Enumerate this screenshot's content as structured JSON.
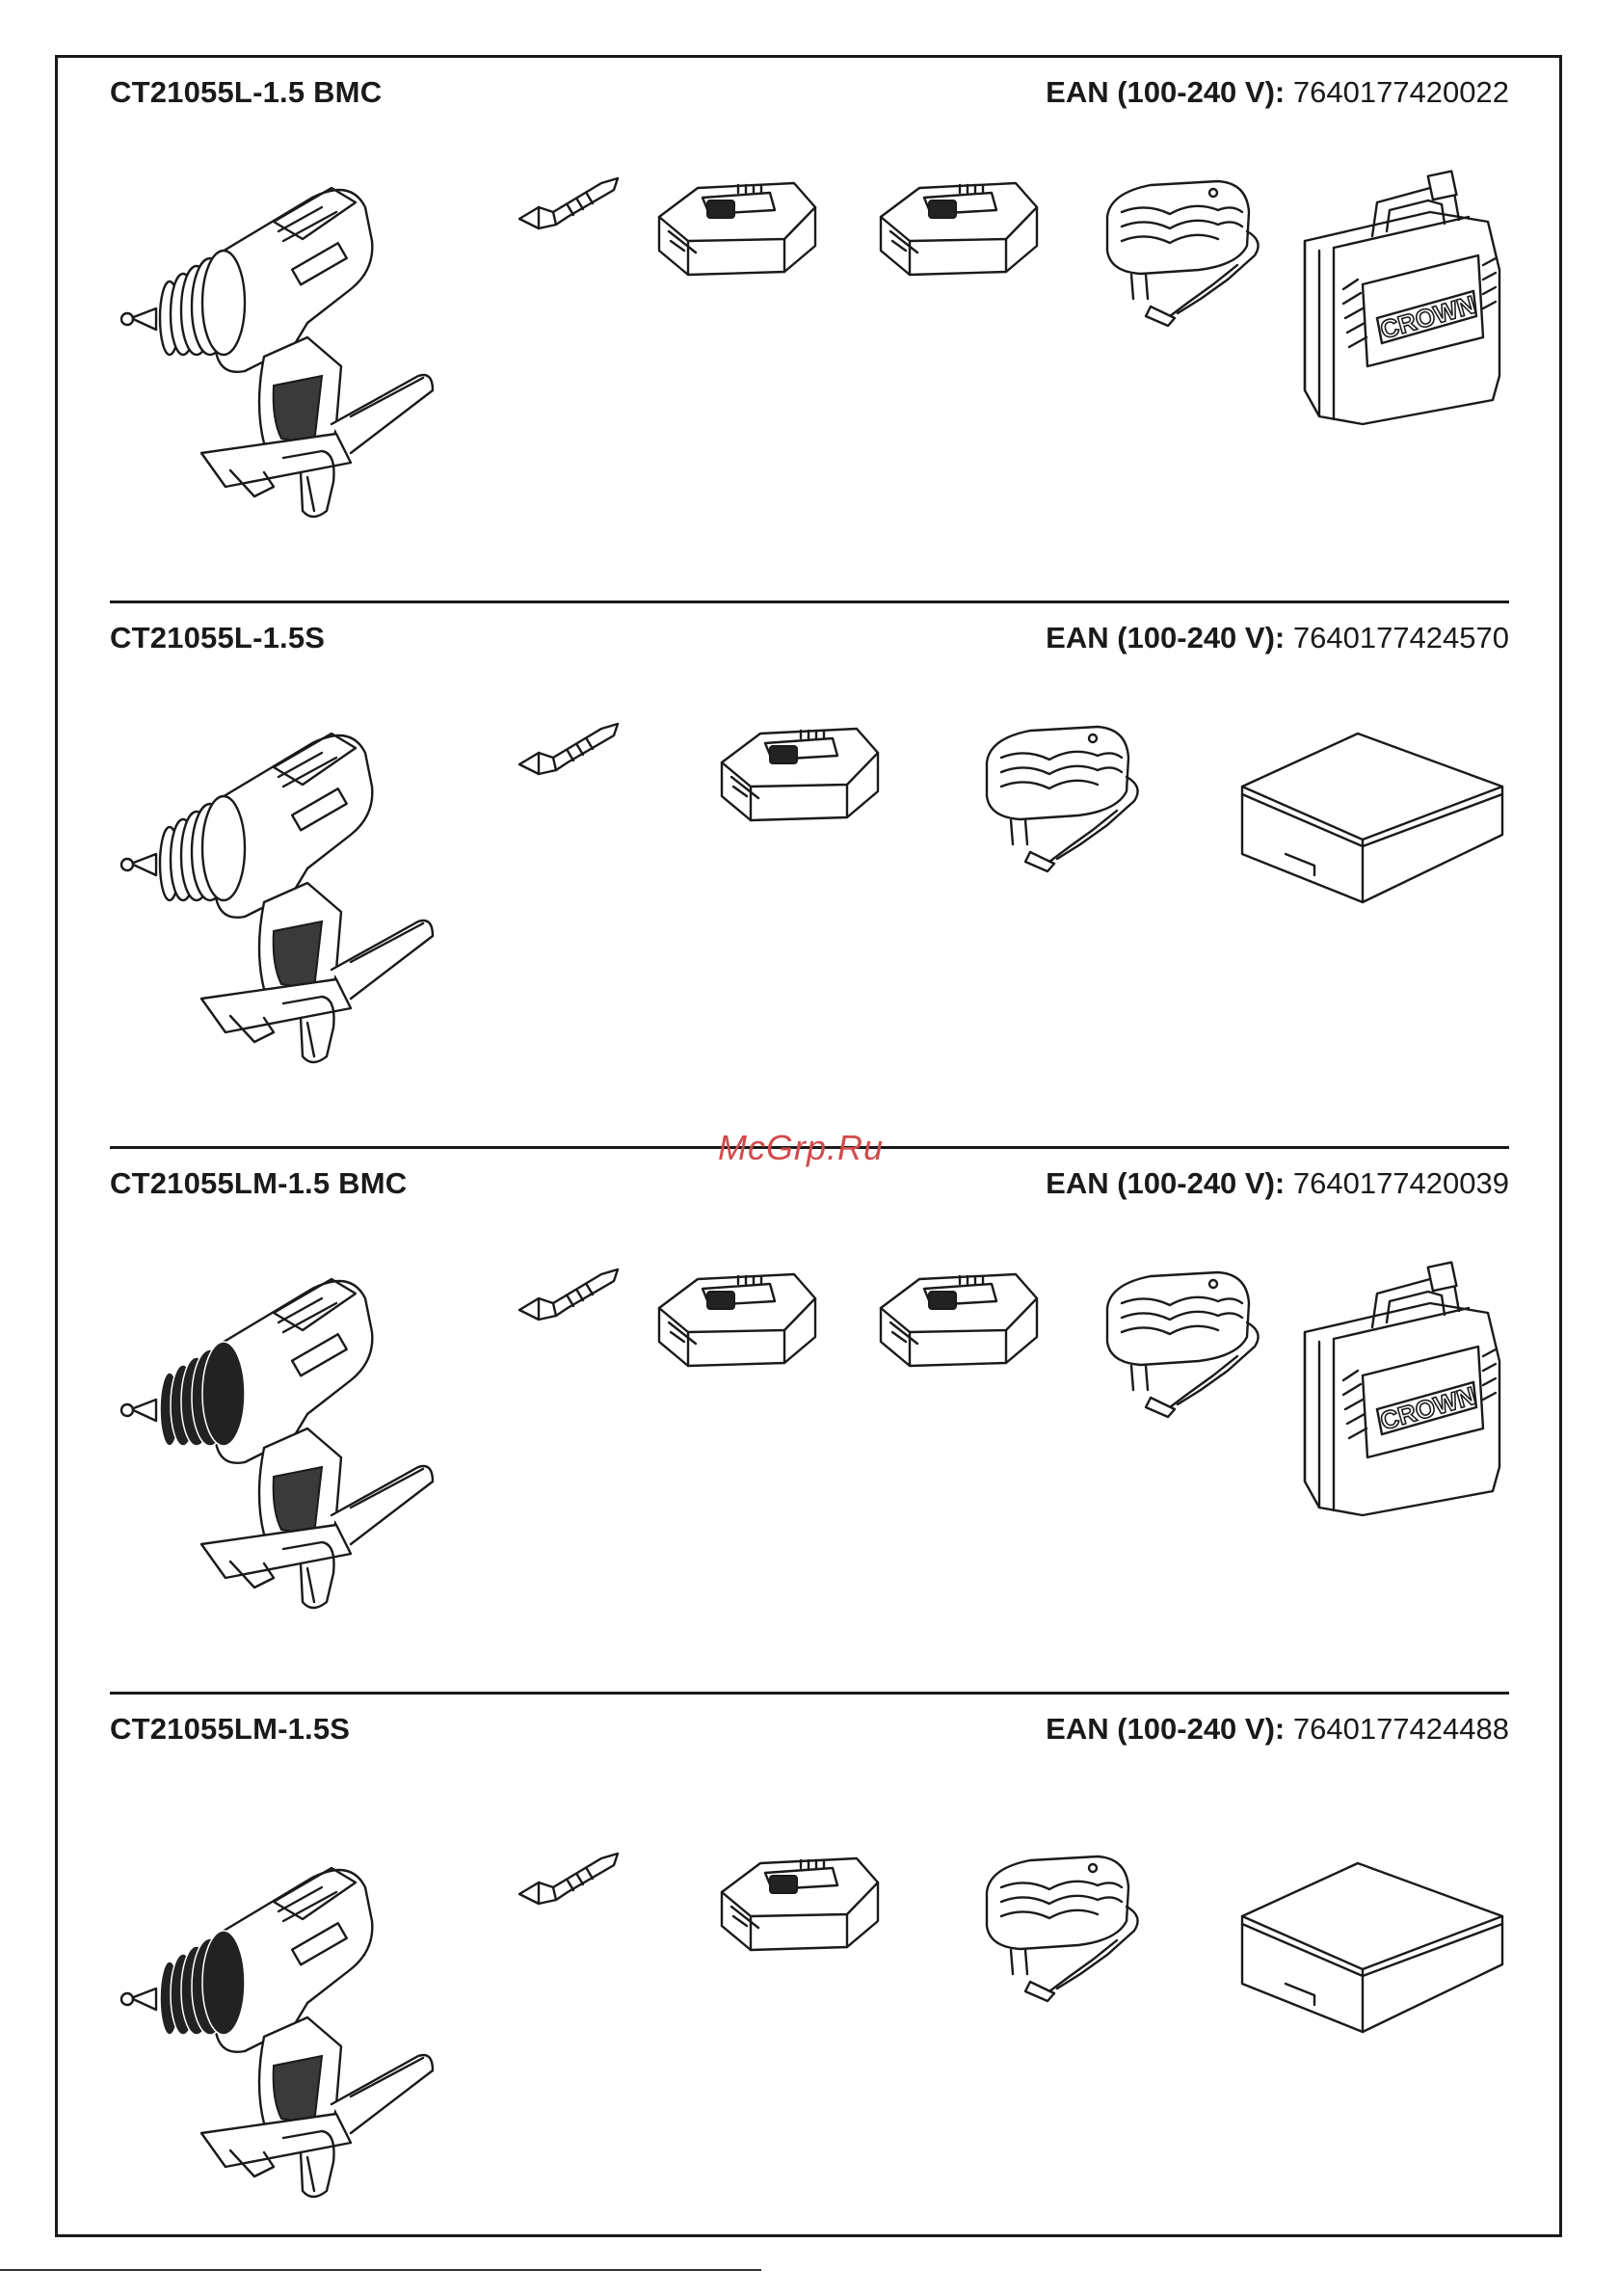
{
  "watermark": "McGrp.Ru",
  "sections": [
    {
      "model": "CT21055L-1.5 BMC",
      "ean_label": "EAN (100-240 V):",
      "ean_value": "7640177420022",
      "chuck": "light",
      "items": [
        "drill-icon",
        "screwdriver-bit-icon",
        "battery-icon",
        "battery-icon",
        "charger-icon",
        "carry-case-icon"
      ]
    },
    {
      "model": "CT21055L-1.5S",
      "ean_label": "EAN (100-240 V):",
      "ean_value": "7640177424570",
      "chuck": "light",
      "items": [
        "drill-icon",
        "screwdriver-bit-icon",
        "battery-icon",
        "charger-icon",
        "cardboard-box-icon"
      ]
    },
    {
      "model": "CT21055LM-1.5 BMC",
      "ean_label": "EAN (100-240 V):",
      "ean_value": "7640177420039",
      "chuck": "dark",
      "items": [
        "drill-icon",
        "screwdriver-bit-icon",
        "battery-icon",
        "battery-icon",
        "charger-icon",
        "carry-case-icon"
      ]
    },
    {
      "model": "CT21055LM-1.5S",
      "ean_label": "EAN (100-240 V):",
      "ean_value": "7640177424488",
      "chuck": "dark",
      "items": [
        "drill-icon",
        "screwdriver-bit-icon",
        "battery-icon",
        "charger-icon",
        "cardboard-box-icon"
      ]
    }
  ],
  "case_brand": "CROWN"
}
